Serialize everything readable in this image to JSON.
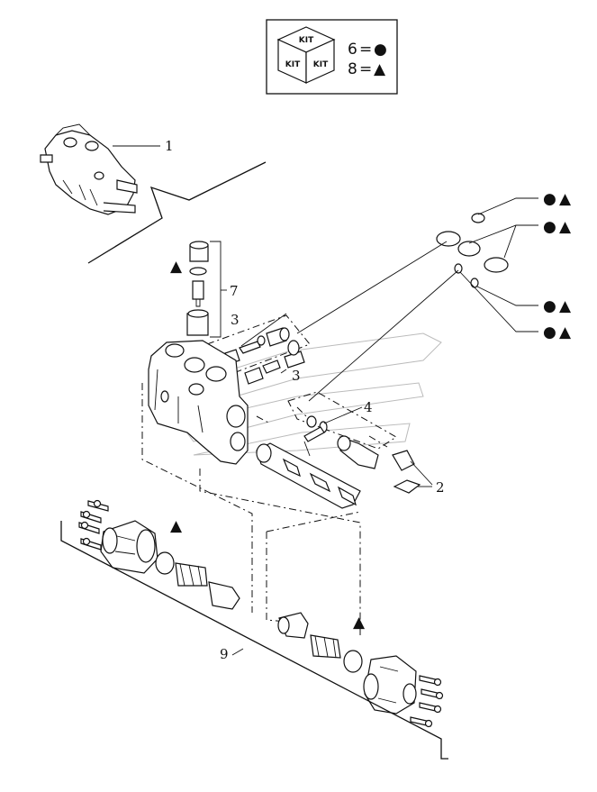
{
  "kit_box": {
    "cube_labels": [
      "KIT",
      "KIT",
      "KIT"
    ],
    "legend": [
      {
        "number": "6",
        "symbol": "●"
      },
      {
        "number": "8",
        "symbol": "▲"
      }
    ]
  },
  "callouts": {
    "c1": "1",
    "c2": "2",
    "c3a": "3",
    "c3b": "3",
    "c4": "4",
    "c7": "7",
    "c9": "9"
  },
  "kit_marks": {
    "circle": "●",
    "triangle": "▲"
  }
}
